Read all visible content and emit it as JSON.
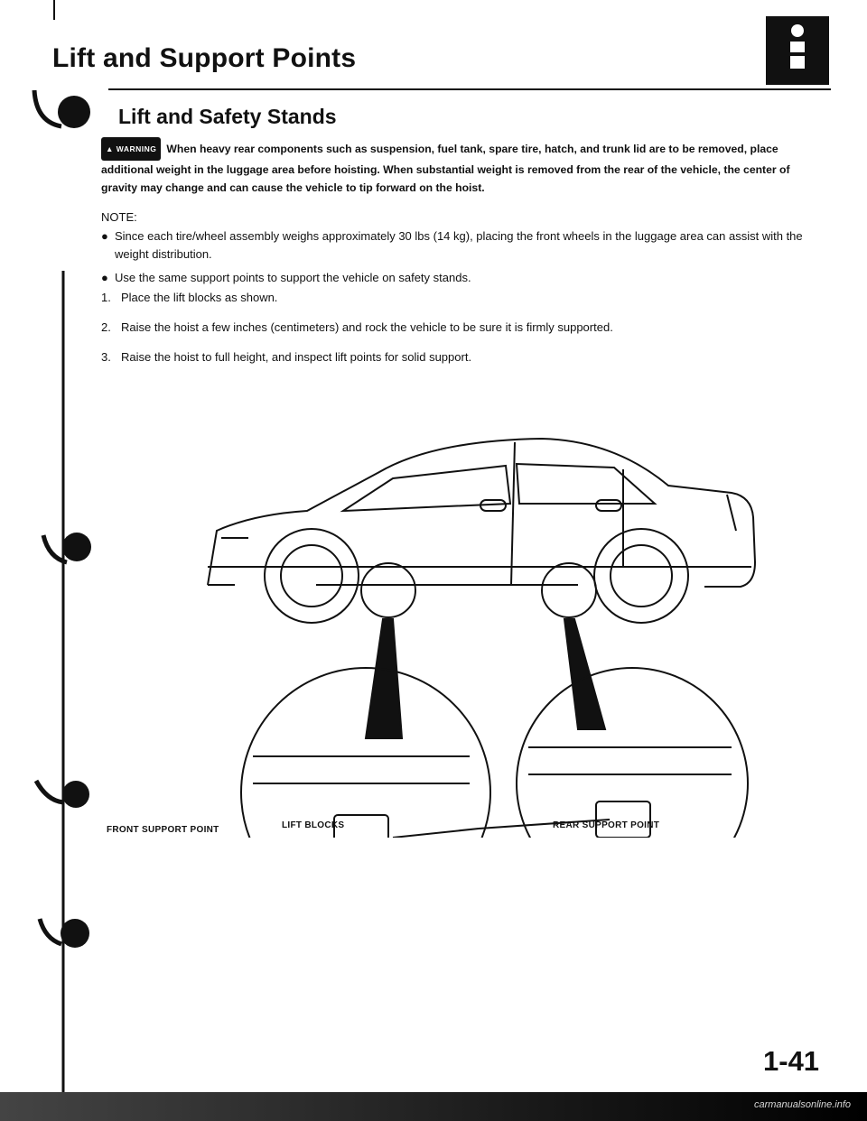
{
  "header": {
    "title": "Lift and Support Points"
  },
  "section": {
    "title": "Lift and Safety Stands"
  },
  "warning": {
    "badge": "WARNING",
    "text": "When heavy rear components such as suspension, fuel tank, spare tire, hatch, and trunk lid are to be removed, place additional weight in the luggage area before hoisting. When substantial weight is removed from the rear of the vehicle, the center of gravity may change and can cause the vehicle to tip forward on the hoist."
  },
  "note": {
    "label": "NOTE:",
    "items": [
      "Since each tire/wheel assembly weighs approximately 30 lbs (14 kg), placing the front wheels in the luggage area can assist with the weight distribution.",
      "Use the same support points to support the vehicle on safety stands."
    ]
  },
  "steps": [
    {
      "num": "1.",
      "text": "Place the lift blocks as shown."
    },
    {
      "num": "2.",
      "text": "Raise the hoist a few inches (centimeters) and rock the vehicle to be sure it is firmly supported."
    },
    {
      "num": "3.",
      "text": "Raise the hoist to full height, and inspect lift points for solid support."
    }
  ],
  "figure": {
    "labels": {
      "front": "FRONT SUPPORT POINT",
      "lift": "LIFT BLOCKS",
      "rear": "REAR SUPPORT POINT"
    }
  },
  "footer": {
    "page_number": "1-41",
    "watermark": "carmanualsonline.info"
  }
}
